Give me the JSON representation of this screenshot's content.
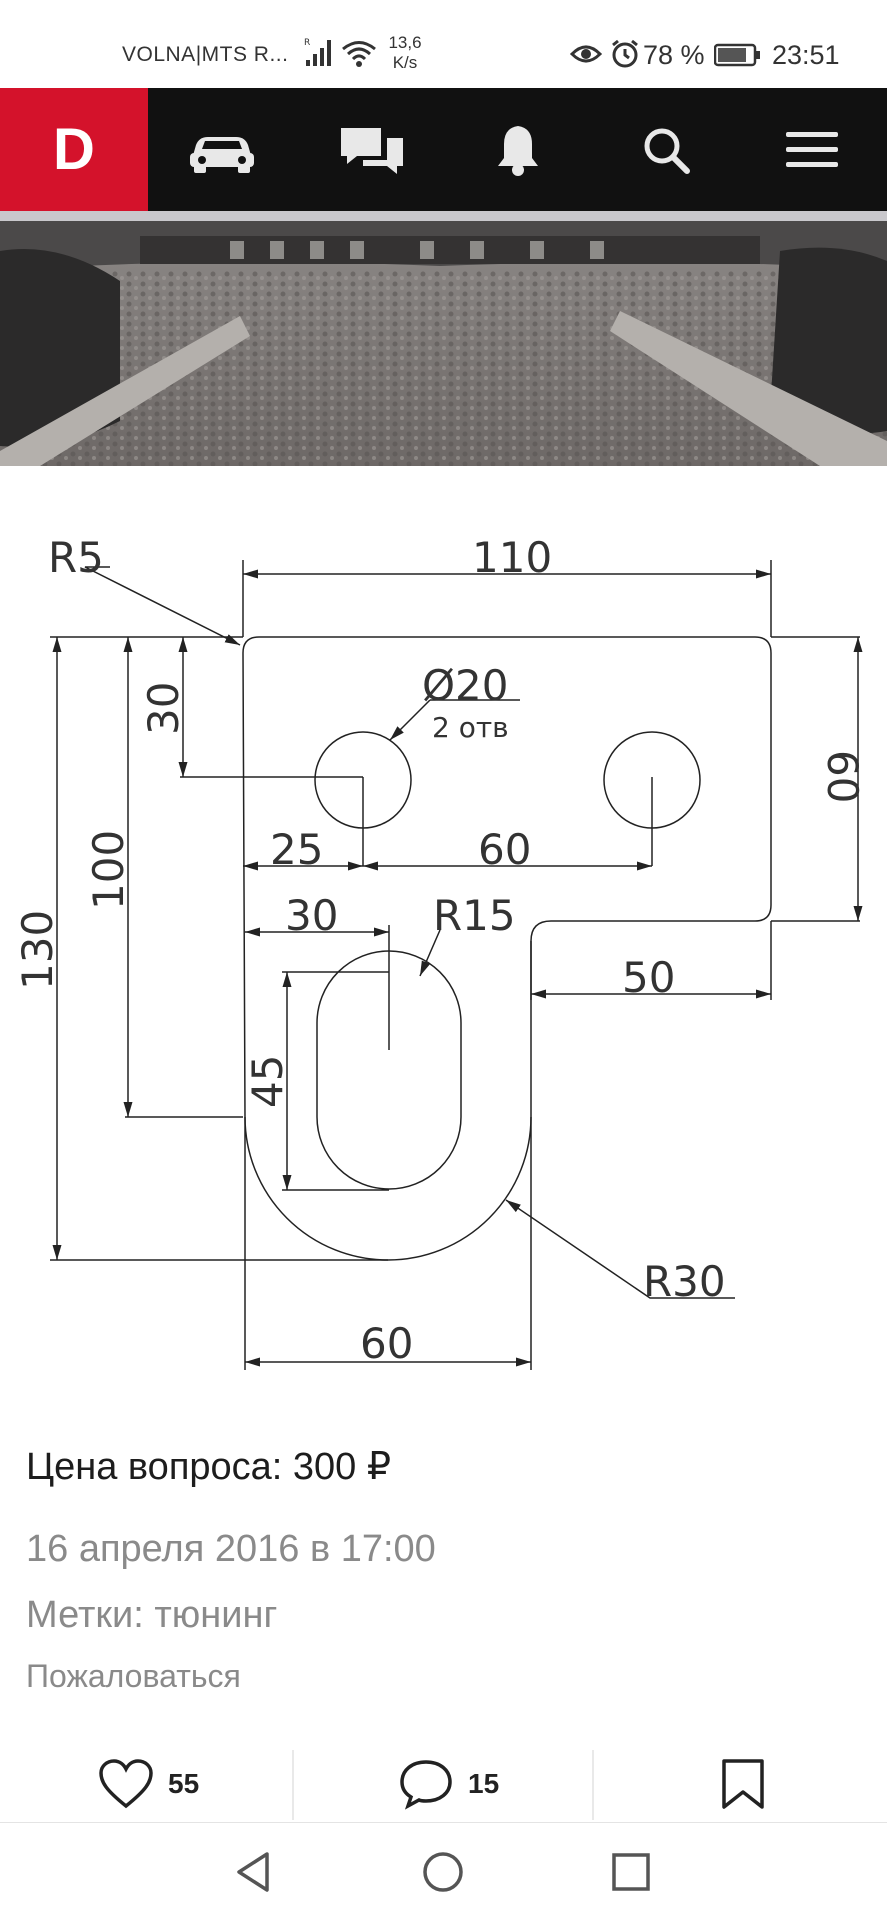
{
  "status_bar": {
    "carrier": "VOLNA|MTS R...",
    "net_speed_value": "13,6",
    "net_speed_unit": "K/s",
    "battery_percent": "78 %",
    "time": "23:51",
    "icons": [
      "signal-icon",
      "wifi-icon",
      "eye-icon",
      "alarm-icon",
      "battery-icon"
    ]
  },
  "navbar": {
    "logo": "D",
    "icons": [
      "car-icon",
      "chat-icon",
      "bell-icon",
      "search-icon",
      "menu-icon"
    ]
  },
  "drawing": {
    "labels": {
      "r5": "R5",
      "w110": "110",
      "d20": "Ø20",
      "holes": "2 отв",
      "v30": "30",
      "v60": "60",
      "h25": "25",
      "h60": "60",
      "v100": "100",
      "v130": "130",
      "h30": "30",
      "r15": "R15",
      "h50": "50",
      "v45": "45",
      "r30": "R30",
      "bottom60": "60"
    }
  },
  "post": {
    "price": "Цена вопроса: 300 ₽",
    "date": "16 апреля 2016 в 17:00",
    "tags_label": "Метки:",
    "tag": "тюнинг",
    "report": "Пожаловаться"
  },
  "actions": {
    "likes": "55",
    "comments": "15"
  },
  "system_nav": [
    "back-icon",
    "home-icon",
    "recents-icon"
  ]
}
